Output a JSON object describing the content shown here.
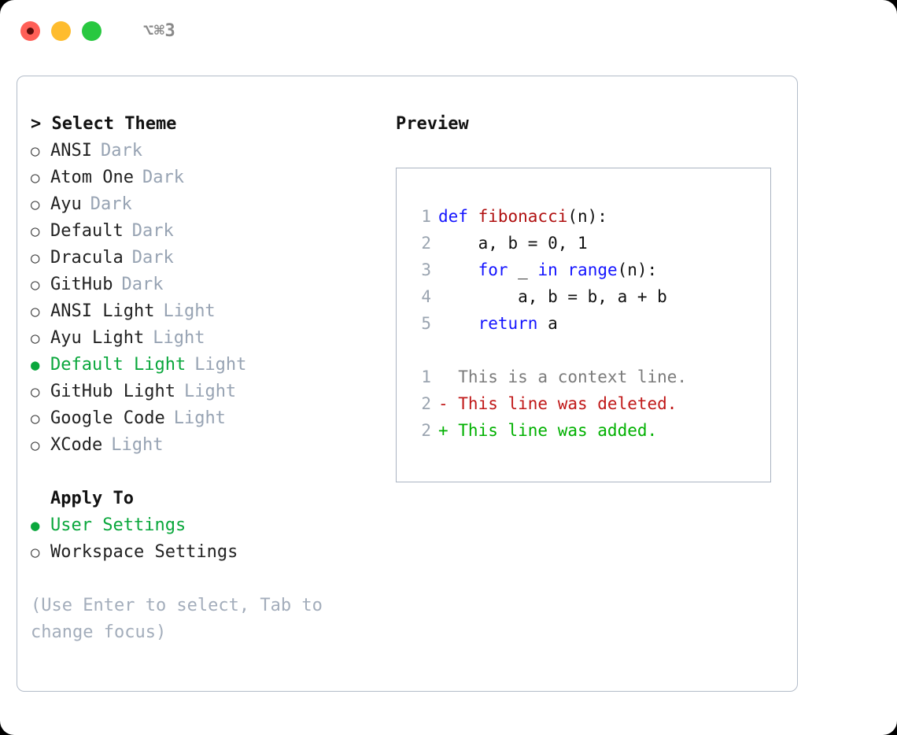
{
  "titlebar": {
    "shortcut": "⌥⌘3",
    "buttons": [
      {
        "name": "close",
        "color": "#ff5f57"
      },
      {
        "name": "minimize",
        "color": "#febc2e"
      },
      {
        "name": "maximize",
        "color": "#28c840"
      }
    ]
  },
  "theme_picker": {
    "title": "> Select Theme",
    "items": [
      {
        "marker": "○",
        "label": "ANSI",
        "tag": "Dark",
        "selected": false
      },
      {
        "marker": "○",
        "label": "Atom One",
        "tag": "Dark",
        "selected": false
      },
      {
        "marker": "○",
        "label": "Ayu",
        "tag": "Dark",
        "selected": false
      },
      {
        "marker": "○",
        "label": "Default",
        "tag": "Dark",
        "selected": false
      },
      {
        "marker": "○",
        "label": "Dracula",
        "tag": "Dark",
        "selected": false
      },
      {
        "marker": "○",
        "label": "GitHub",
        "tag": "Dark",
        "selected": false
      },
      {
        "marker": "○",
        "label": "ANSI Light",
        "tag": "Light",
        "selected": false
      },
      {
        "marker": "○",
        "label": "Ayu Light",
        "tag": "Light",
        "selected": false
      },
      {
        "marker": "●",
        "label": "Default Light",
        "tag": "Light",
        "selected": true
      },
      {
        "marker": "○",
        "label": "GitHub Light",
        "tag": "Light",
        "selected": false
      },
      {
        "marker": "○",
        "label": "Google Code",
        "tag": "Light",
        "selected": false
      },
      {
        "marker": "○",
        "label": "XCode",
        "tag": "Light",
        "selected": false
      }
    ]
  },
  "apply_to": {
    "title": "Apply To",
    "items": [
      {
        "marker": "●",
        "label": "User Settings",
        "selected": true
      },
      {
        "marker": "○",
        "label": "Workspace Settings",
        "selected": false
      }
    ]
  },
  "hint": "(Use Enter to select, Tab to change focus)",
  "preview": {
    "title": "Preview",
    "code_lines": [
      {
        "no": "1",
        "tokens": [
          {
            "t": "def ",
            "c": "kw"
          },
          {
            "t": "fibonacci",
            "c": "fn"
          },
          {
            "t": "(n):",
            "c": "plain"
          }
        ]
      },
      {
        "no": "2",
        "tokens": [
          {
            "t": "    a, b = 0, 1",
            "c": "plain"
          }
        ]
      },
      {
        "no": "3",
        "tokens": [
          {
            "t": "    ",
            "c": "plain"
          },
          {
            "t": "for",
            "c": "kw"
          },
          {
            "t": " _ ",
            "c": "plain"
          },
          {
            "t": "in",
            "c": "kw"
          },
          {
            "t": " ",
            "c": "plain"
          },
          {
            "t": "range",
            "c": "kw"
          },
          {
            "t": "(n):",
            "c": "plain"
          }
        ]
      },
      {
        "no": "4",
        "tokens": [
          {
            "t": "        a, b = b, a + b",
            "c": "plain"
          }
        ]
      },
      {
        "no": "5",
        "tokens": [
          {
            "t": "    ",
            "c": "plain"
          },
          {
            "t": "return",
            "c": "kw"
          },
          {
            "t": " a",
            "c": "plain"
          }
        ]
      }
    ],
    "diff_lines": [
      {
        "no": "1",
        "text": "  This is a context line.",
        "kind": "ctx"
      },
      {
        "no": "2",
        "text": "- This line was deleted.",
        "kind": "del"
      },
      {
        "no": "2",
        "text": "+ This line was added.",
        "kind": "add"
      }
    ]
  },
  "colors": {
    "accent_green": "#0aa73c",
    "diff_add": "#00b000",
    "diff_del": "#c01818",
    "keyword": "#1414ff",
    "function": "#b01010",
    "muted": "#97a3b3",
    "border": "#b3bcc9"
  }
}
